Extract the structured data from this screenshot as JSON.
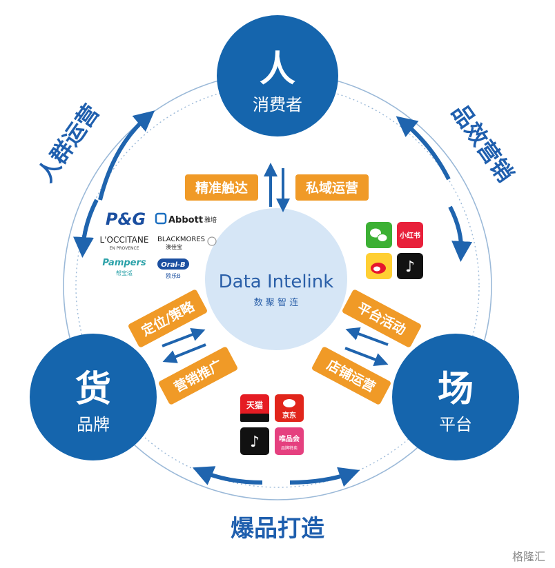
{
  "colors": {
    "node": "#1565ad",
    "node_text": "#ffffff",
    "center": "#d6e6f6",
    "center_text": "#2a5fa8",
    "orange": "#f09a27",
    "blue_text": "#1f5fae",
    "ring": "#9bb9d8",
    "arrow": "#1f64ae"
  },
  "nodes": {
    "top": {
      "big": "人",
      "small": "消费者"
    },
    "left": {
      "big": "货",
      "small": "品牌"
    },
    "right": {
      "big": "场",
      "small": "平台"
    }
  },
  "center": {
    "logo": "Data Intelink",
    "subtitle": "数 聚 智 连"
  },
  "cycle_labels": {
    "left": "人群运营",
    "right": "品效营销",
    "bottom": "爆品打造"
  },
  "tags": {
    "top_left": "精准触达",
    "top_right": "私域运营",
    "left_top": "定位/策略",
    "left_bottom": "营销推广",
    "right_top": "平台活动",
    "right_bottom": "店铺运营"
  },
  "brands": {
    "pg": "P&G",
    "abbott": "Abbott",
    "abbott_cn": "雅培",
    "loccitane": "L'OCCITANE",
    "loccitane_sub": "EN PROVENCE",
    "blackmores": "BLACKMORES",
    "blackmores_cn": "澳佳宝",
    "pampers": "Pampers",
    "pampers_cn": "帮宝适",
    "oralb": "Oral-B",
    "oralb_cn": "欧乐B"
  },
  "social_apps": {
    "wechat": "wechat-icon",
    "xiaohongshu": "小红书",
    "weibo": "weibo-icon",
    "douyin": "douyin-icon"
  },
  "ecommerce_apps": {
    "tmall": "天猫",
    "jd": "京东",
    "douyin": "douyin-icon",
    "vip": "唯品会",
    "vip_sub": "品牌特卖"
  },
  "watermark": "格隆汇"
}
